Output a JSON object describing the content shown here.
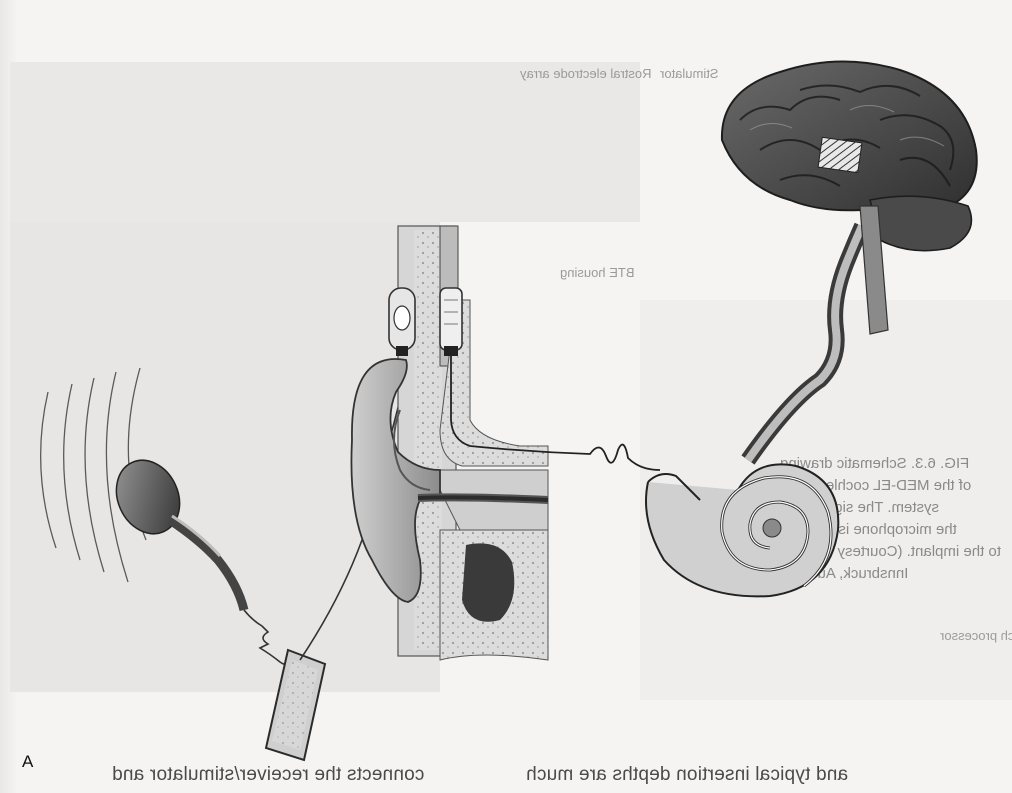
{
  "figure": {
    "panel_label": "A"
  },
  "bleed_through": {
    "top_labels": [
      "Stimulator",
      "Speech processor",
      "Rostral electrode array",
      "BTE housing"
    ],
    "caption_lines": [
      "FIG. 6.3. Schematic drawing",
      "of the MED-EL cochlear implant",
      "system. The signal from",
      "the microphone is transmitted",
      "to the implant. (Courtesy of MED-EL",
      "Innsbruck, Austria.)"
    ],
    "bottom_text": "and typical insertion depths are much",
    "bottom_text_left": "connects the receiver/stimulator and",
    "side_label": "speech processor"
  },
  "components": [
    {
      "name": "microphone",
      "icon": "microphone-icon"
    },
    {
      "name": "speech processor",
      "icon": "processor-icon"
    },
    {
      "name": "transmitter coil",
      "icon": "coil-icon"
    },
    {
      "name": "receiver-stimulator",
      "icon": "receiver-icon"
    },
    {
      "name": "outer ear",
      "icon": "ear-icon"
    },
    {
      "name": "electrode lead",
      "icon": "lead-icon"
    },
    {
      "name": "cochlea",
      "icon": "cochlea-icon"
    },
    {
      "name": "auditory nerve",
      "icon": "nerve-icon"
    },
    {
      "name": "brain",
      "icon": "brain-icon"
    }
  ],
  "colors": {
    "ink": "#2b2b2b",
    "mid_gray": "#8c8c8c",
    "light_gray": "#c9c9c9",
    "brain_dark": "#3d3d3d",
    "paper": "#f4f3f1"
  }
}
